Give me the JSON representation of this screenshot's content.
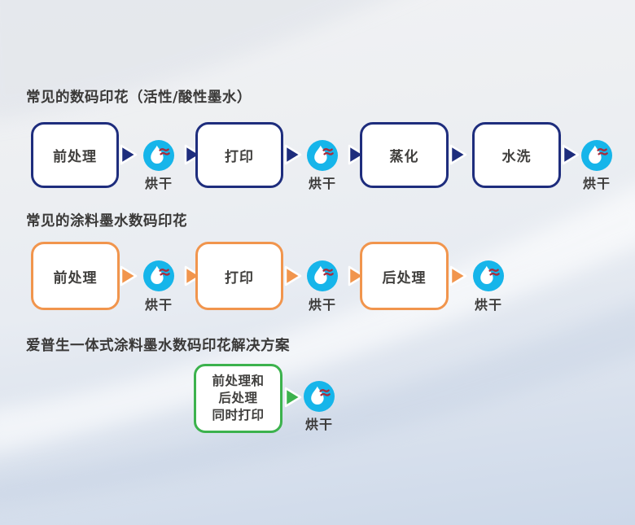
{
  "colors": {
    "reactive_accent": "#1e2d7d",
    "pigment_accent": "#f1954d",
    "epson_accent": "#3cb24d",
    "dryer_cyan": "#16b5ea",
    "dryer_heat_red": "#a82c3c",
    "text": "#3a3938"
  },
  "sections": [
    {
      "title": "常见的数码印花（活性/酸性墨水）",
      "flow": [
        {
          "type": "box",
          "label": "前处理"
        },
        {
          "type": "arrow"
        },
        {
          "type": "dryer",
          "label": "烘干"
        },
        {
          "type": "arrow"
        },
        {
          "type": "box",
          "label": "打印"
        },
        {
          "type": "arrow"
        },
        {
          "type": "dryer",
          "label": "烘干"
        },
        {
          "type": "arrow"
        },
        {
          "type": "box",
          "label": "蒸化"
        },
        {
          "type": "arrow"
        },
        {
          "type": "box",
          "label": "水洗"
        },
        {
          "type": "arrow"
        },
        {
          "type": "dryer",
          "label": "烘干"
        }
      ]
    },
    {
      "title": "常见的涂料墨水数码印花",
      "flow": [
        {
          "type": "box",
          "label": "前处理"
        },
        {
          "type": "arrow"
        },
        {
          "type": "dryer",
          "label": "烘干"
        },
        {
          "type": "arrow"
        },
        {
          "type": "box",
          "label": "打印"
        },
        {
          "type": "arrow"
        },
        {
          "type": "dryer",
          "label": "烘干"
        },
        {
          "type": "arrow"
        },
        {
          "type": "box",
          "label": "后处理"
        },
        {
          "type": "arrow"
        },
        {
          "type": "dryer",
          "label": "烘干"
        }
      ]
    },
    {
      "title": "爱普生一体式涂料墨水数码印花解决方案",
      "flow": [
        {
          "type": "box",
          "lines": [
            "前处理和",
            "后处理",
            "同时打印"
          ]
        },
        {
          "type": "arrow"
        },
        {
          "type": "dryer",
          "label": "烘干"
        }
      ]
    }
  ]
}
